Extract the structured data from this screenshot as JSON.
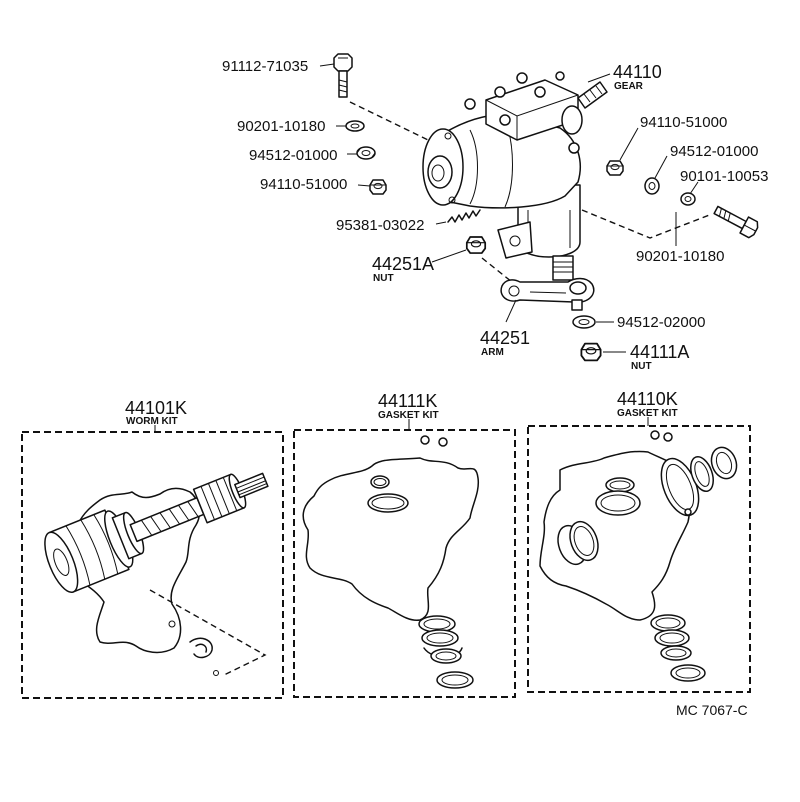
{
  "callouts": {
    "bolt_top_left": "91112-71035",
    "washer_left": "90201-10180",
    "nut_left_a": "94512-01000",
    "nut_left_b": "94110-51000",
    "pin": "95381-03022",
    "arm_nut": {
      "number": "44251A",
      "name": "NUT"
    },
    "arm": {
      "number": "44251",
      "name": "ARM"
    },
    "gear": {
      "number": "44110",
      "name": "GEAR"
    },
    "nut_right_a": "94110-51000",
    "nut_right_b": "94512-01000",
    "bolt_right": "90101-10053",
    "washer_right": "90201-10180",
    "washer_bottom": "94512-02000",
    "sector_nut": {
      "number": "44111A",
      "name": "NUT"
    }
  },
  "kits": {
    "worm_kit": {
      "number": "44101K",
      "name": "WORM KIT"
    },
    "gasket_kit_a": {
      "number": "44111K",
      "name": "GASKET KIT"
    },
    "gasket_kit_b": {
      "number": "44110K",
      "name": "GASKET KIT"
    }
  },
  "figure_code": "MC 7067-C"
}
